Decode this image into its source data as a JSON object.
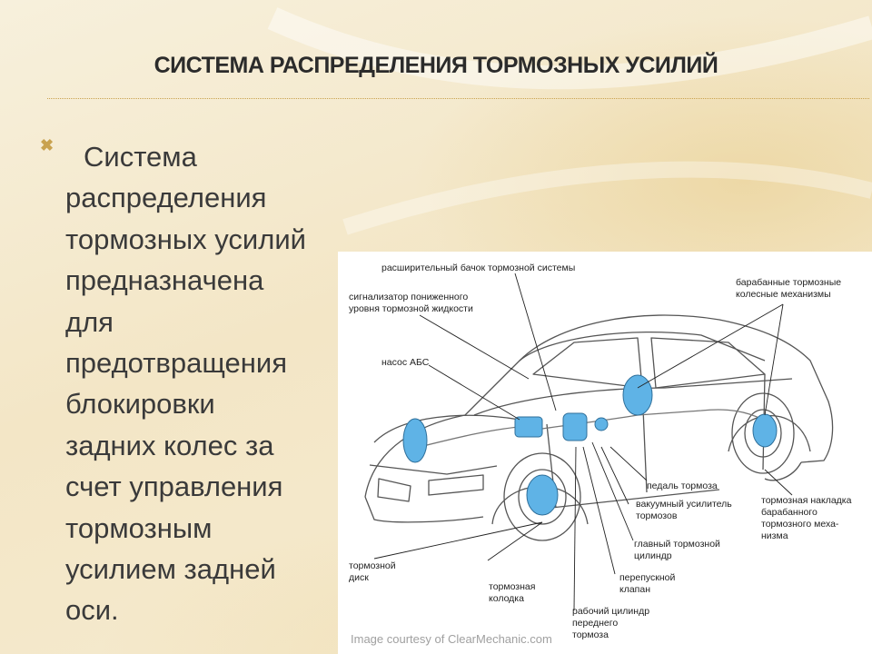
{
  "slide": {
    "title": "СИСТЕМА РАСПРЕДЕЛЕНИЯ ТОРМОЗНЫХ УСИЛИЙ",
    "bullet_lines": [
      "Система",
      "распределения",
      "тормозных усилий",
      "предназначена",
      "для",
      "предотвращения",
      "блокировки",
      "задних колес за",
      "счет управления",
      "тормозным",
      "усилием задней",
      "оси."
    ],
    "bullet_icon": "x-bullet-icon"
  },
  "figure": {
    "labels": {
      "reservoir": "расширительный бачок тормозной системы",
      "indicator": [
        "сигнализатор пониженного",
        "уровня тормозной жидкости"
      ],
      "abs_pump": "насос АБС",
      "drum_brakes": [
        "барабанные тормозные",
        "колесные механизмы"
      ],
      "pedal": "педаль тормоза",
      "booster": [
        "вакуумный усилитель",
        "тормозов"
      ],
      "master_cylinder": [
        "главный тормозной",
        "цилиндр"
      ],
      "bypass_valve": [
        "перепускной",
        "клапан"
      ],
      "wheel_cylinder": [
        "рабочий цилиндр",
        "переднего",
        "тормоза"
      ],
      "brake_disc": [
        "тормозной",
        "диск"
      ],
      "brake_pad": [
        "тормозная",
        "колодка"
      ],
      "drum_lining": [
        "тормозная накладка",
        "барабанного",
        "тормозного меха-",
        "низма"
      ]
    },
    "credit": "Image courtesy of ClearMechanic.com",
    "colors": {
      "brake_parts": "#5fb3e6",
      "outline": "#555555"
    }
  }
}
